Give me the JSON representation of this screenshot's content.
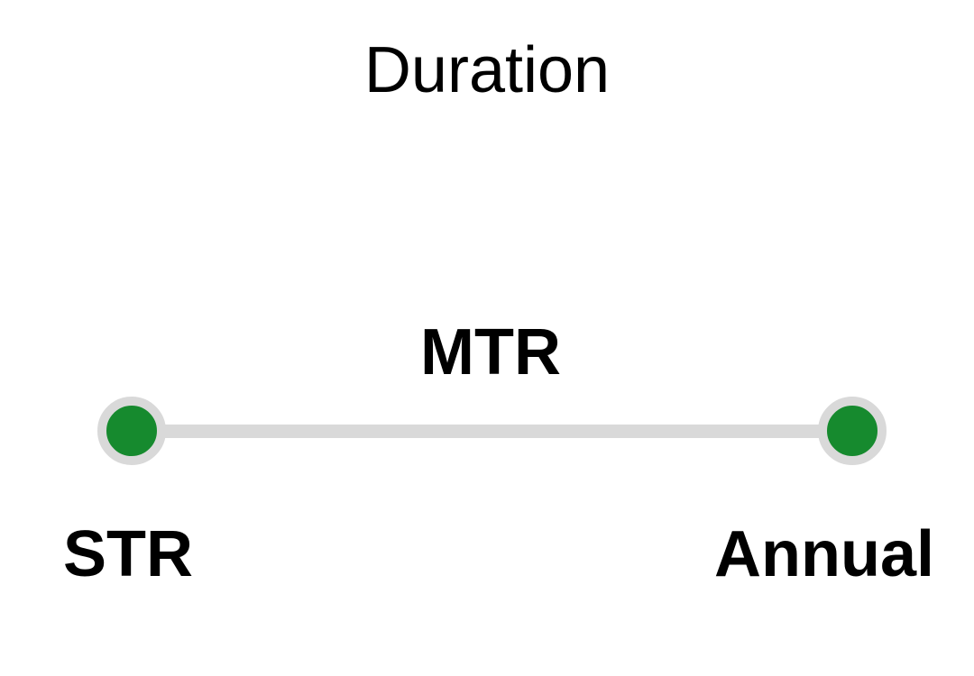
{
  "title": "Duration",
  "slider": {
    "center_label": "MTR",
    "left_label": "STR",
    "right_label": "Annual"
  },
  "colors": {
    "handle_green": "#168a2e",
    "track_gray": "#d9d9d9",
    "text_black": "#000000"
  }
}
